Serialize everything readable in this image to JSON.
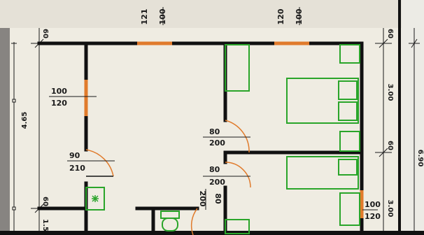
{
  "colors": {
    "wall": "#111111",
    "window": "#e07b2c",
    "furniture": "#2aa52a",
    "paper": "#efece2",
    "dimension": "#1a1a1a"
  },
  "openings": {
    "top_window_left": {
      "width": "121",
      "height": "100"
    },
    "top_window_right": {
      "width": "120",
      "height": "100"
    },
    "left_window": {
      "width": "100",
      "height": "120"
    },
    "entry_door": {
      "width": "90",
      "height": "210"
    },
    "upper_door": {
      "width": "80",
      "height": "200"
    },
    "lower_door": {
      "width": "80",
      "height": "200"
    },
    "bath_door": {
      "width": "80",
      "height": "200"
    },
    "right_window": {
      "width": "100",
      "height": "120"
    }
  },
  "dimensions": {
    "left_top": "60",
    "left_span": "4.65",
    "left_bottom": "60",
    "left_bottom_partial": "1.5",
    "right_top": "60",
    "right_span_1": "3.00",
    "right_mid": "60",
    "right_span_2": "3.00",
    "right_total": "6.90"
  },
  "icons": {
    "entry_symbol": "snowflake-icon",
    "toilet": "toilet-icon"
  }
}
